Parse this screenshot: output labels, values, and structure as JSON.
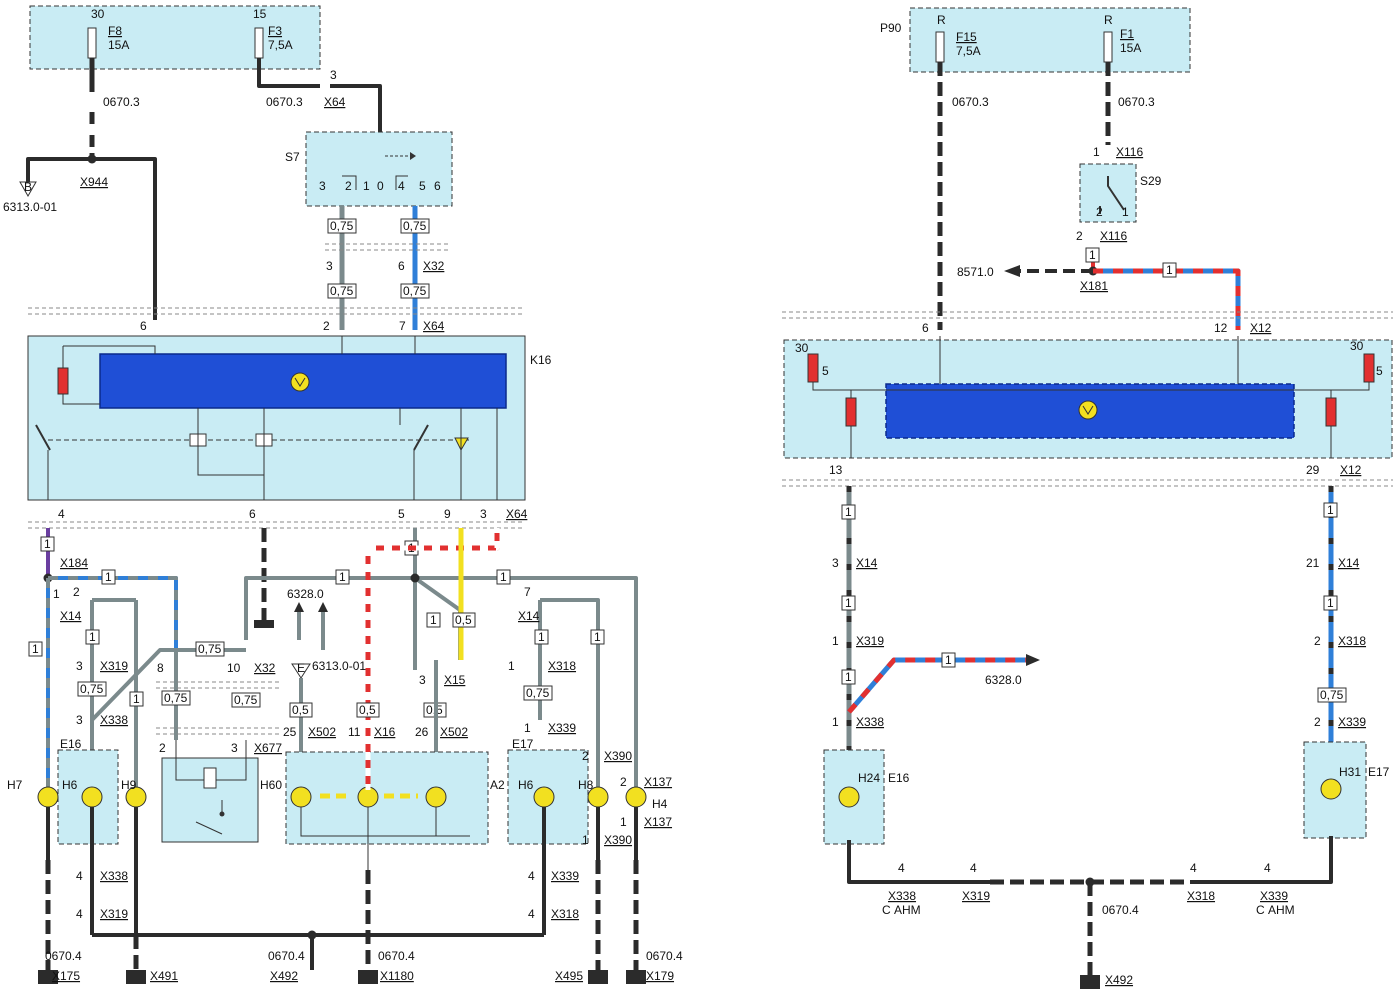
{
  "left": {
    "fuses": [
      {
        "terminal": "30",
        "name": "F8",
        "rating": "15A"
      },
      {
        "terminal": "15",
        "name": "F3",
        "rating": "7,5A"
      }
    ],
    "ground_ref": "0670.3",
    "connectors": {
      "x64": "X64",
      "x944": "X944",
      "x32": "X32",
      "x184": "X184",
      "x14": "X14",
      "x319": "X319",
      "x338": "X338",
      "x677": "X677",
      "x502": "X502",
      "x16": "X16",
      "x15": "X15",
      "x318": "X318",
      "x339": "X339",
      "x390": "X390",
      "x137": "X137"
    },
    "ref_b": "B",
    "ref_b_code": "6313.0-01",
    "switch_name": "S7",
    "switch_pins": [
      "3",
      "2",
      "1",
      "0",
      "4",
      "5",
      "6"
    ],
    "module_name": "K16",
    "pins_top": [
      "6",
      "2",
      "7"
    ],
    "pins_bottom": [
      "4",
      "6",
      "5",
      "9",
      "3"
    ],
    "wire_size_075": "0,75",
    "wire_size_05": "0,5",
    "wire_size_1": "1",
    "ref_6328": "6328.0",
    "ref_e": "E",
    "ref_e_code": "6313.0-01",
    "lamps": [
      "H7",
      "H6",
      "H9",
      "H60",
      "A2",
      "H6",
      "H8",
      "H4"
    ],
    "housings": [
      "E16",
      "E17"
    ],
    "grounds": [
      {
        "ref": "0670.4",
        "name": "X175"
      },
      {
        "ref": "",
        "name": "X491"
      },
      {
        "ref": "0670.4",
        "name": "X492"
      },
      {
        "ref": "0670.4",
        "name": "X1180"
      },
      {
        "ref": "",
        "name": "X495"
      },
      {
        "ref": "0670.4",
        "name": "X179"
      }
    ]
  },
  "right": {
    "fuses": [
      {
        "terminal": "R",
        "name": "F15",
        "rating": "7,5A"
      },
      {
        "terminal": "R",
        "name": "F1",
        "rating": "15A"
      }
    ],
    "p_name": "P90",
    "ground_ref": "0670.3",
    "connectors": {
      "x116": "X116",
      "x181": "X181",
      "x12": "X12",
      "x14": "X14",
      "x319": "X319",
      "x338": "X338",
      "x318": "X318",
      "x339": "X339",
      "x492": "X492"
    },
    "switch_name": "S29",
    "ref_8571": "8571.0",
    "ref_6328": "6328.0",
    "lamps": [
      "H24",
      "H31"
    ],
    "housings": [
      "E16",
      "E17"
    ],
    "trailer_label": "С АНМ",
    "ground_mid": "0670.4"
  },
  "colors": {
    "black": "#2b2b2b",
    "grey": "#7b8a8c",
    "blue": "#2f7fd8",
    "red": "#e23030",
    "yellow": "#f2e020",
    "housing": "#c9ecf4",
    "module": "#1f4fd6"
  }
}
